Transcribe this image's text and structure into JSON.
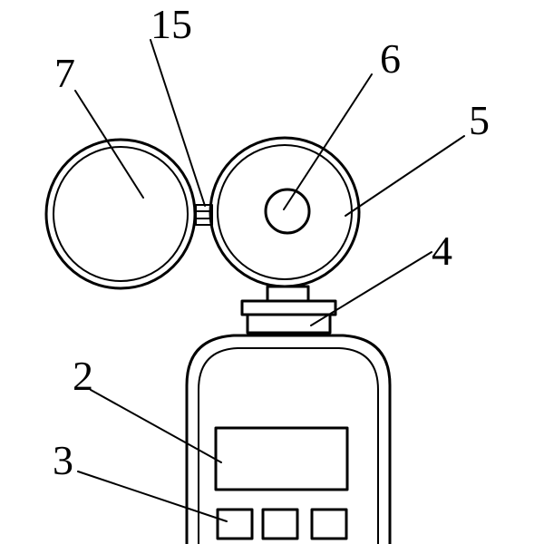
{
  "labels": {
    "l15": "15",
    "l7": "7",
    "l6": "6",
    "l5": "5",
    "l4": "4",
    "l2": "2",
    "l3": "3"
  },
  "colors": {
    "line": "#000000",
    "background": "#ffffff"
  }
}
